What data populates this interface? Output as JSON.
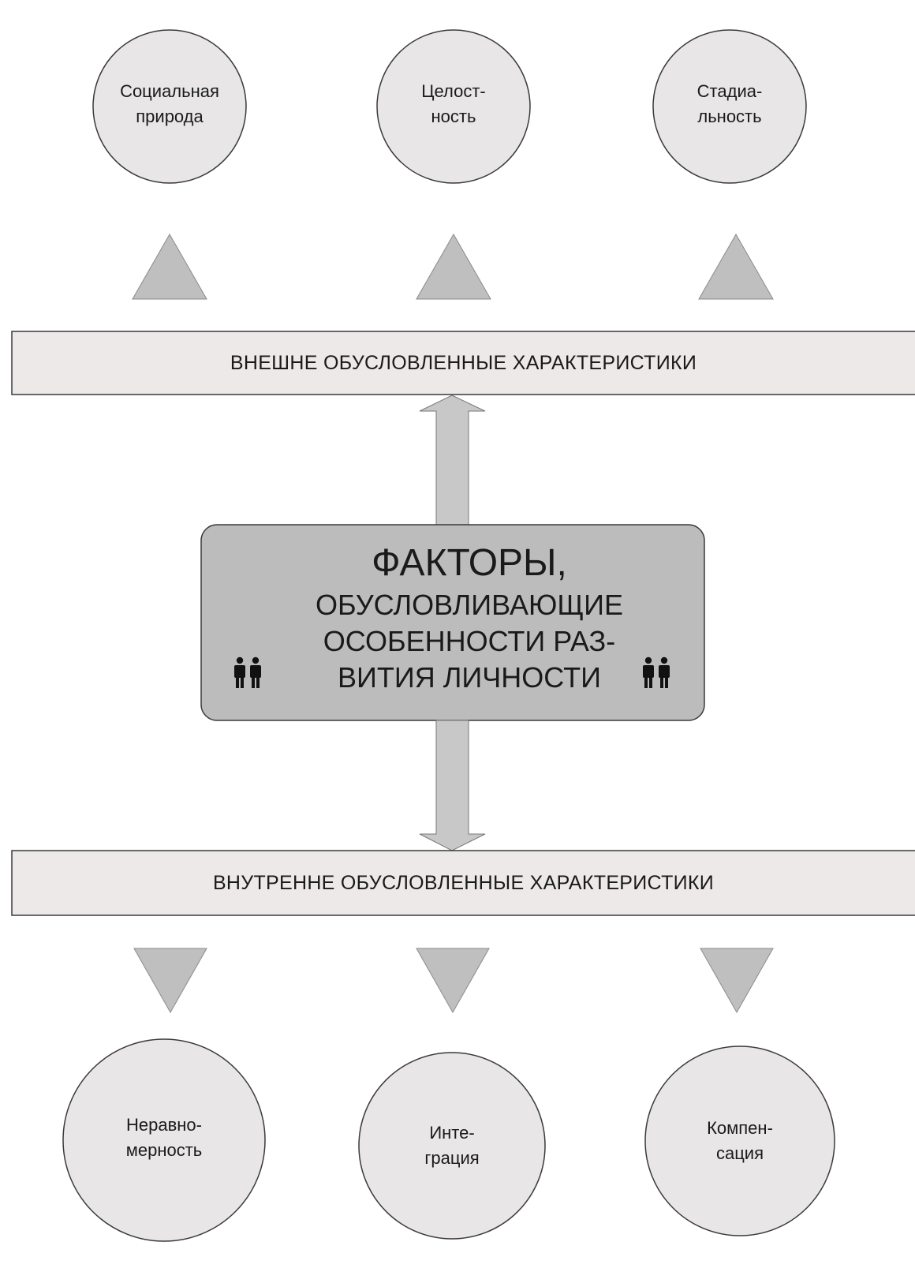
{
  "top_band": {
    "label": "ВНЕШНЕ ОБУСЛОВЛЕННЫЕ ХАРАКТЕРИСТИКИ"
  },
  "bottom_band": {
    "label": "ВНУТРЕННЕ ОБУСЛОВЛЕННЫЕ ХАРАКТЕРИСТИКИ"
  },
  "center": {
    "title": "ФАКТОРЫ,",
    "lines": [
      "ОБУСЛОВЛИВАЮЩИЕ",
      "ОСОБЕННОСТИ РАЗ-",
      "ВИТИЯ ЛИЧНОСТИ"
    ]
  },
  "top_circles": [
    {
      "line1": "Социальная",
      "line2": "природа"
    },
    {
      "line1": "Целост-",
      "line2": "ность"
    },
    {
      "line1": "Стадиа-",
      "line2": "льность"
    }
  ],
  "bottom_circles": [
    {
      "line1": "Неравно-",
      "line2": "мерность"
    },
    {
      "line1": "Инте-",
      "line2": "грация"
    },
    {
      "line1": "Компен-",
      "line2": "сация"
    }
  ],
  "icons": [
    "people-icon",
    "people-icon"
  ],
  "colors": {
    "circle_fill": "#e8e6e6",
    "band_fill": "#ece9e8",
    "center_fill": "#bcbcbc",
    "triangle_fill": "#bfbfbf",
    "arrow_fill": "#c8c8c8",
    "stroke": "#3a3a3a"
  }
}
